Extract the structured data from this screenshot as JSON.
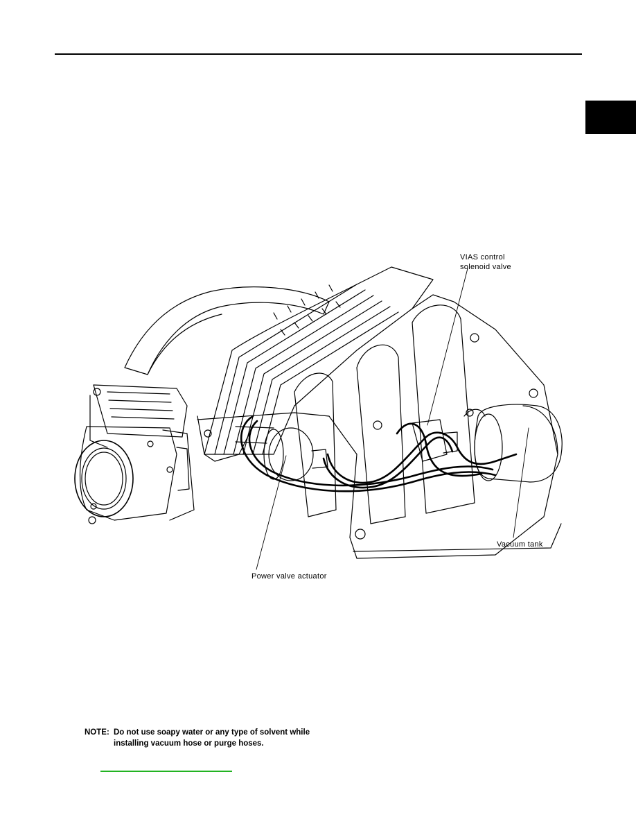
{
  "figure": {
    "callouts": {
      "vias_line1": "VIAS control",
      "vias_line2": "solenoid valve",
      "vacuum_tank": "Vacuum tank",
      "power_valve": "Power valve actuator"
    }
  },
  "note": {
    "label": "NOTE:",
    "line1": "Do not use soapy water or any type of solvent while",
    "line2": "installing vacuum hose or purge hoses."
  },
  "colors": {
    "link": "#22b322",
    "tab": "#000000"
  }
}
